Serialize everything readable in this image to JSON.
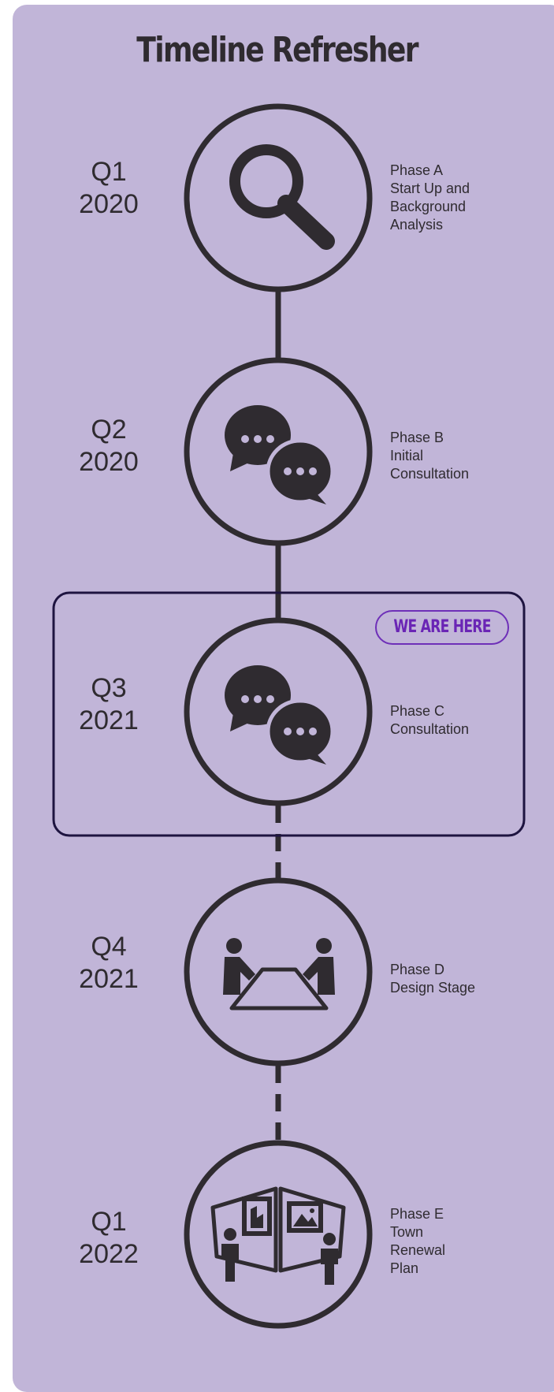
{
  "title": "Timeline Refresher",
  "badge": "WE ARE HERE",
  "colors": {
    "background": "#c1b5d8",
    "ink": "#2f2b30",
    "highlight_border": "#1e1440",
    "badge": "#6a25b5"
  },
  "milestones": [
    {
      "quarter": "Q1",
      "year": "2020",
      "phase": "Phase A",
      "description": [
        "Start Up and",
        "Background",
        "Analysis"
      ],
      "icon": "magnifying-glass-icon",
      "current": false
    },
    {
      "quarter": "Q2",
      "year": "2020",
      "phase": "Phase B",
      "description": [
        "Initial",
        "Consultation"
      ],
      "icon": "speech-bubbles-icon",
      "current": false
    },
    {
      "quarter": "Q3",
      "year": "2021",
      "phase": "Phase C",
      "description": [
        "Consultation"
      ],
      "icon": "speech-bubbles-icon",
      "current": true
    },
    {
      "quarter": "Q4",
      "year": "2021",
      "phase": "Phase D",
      "description": [
        "Design Stage"
      ],
      "icon": "meeting-table-icon",
      "current": false
    },
    {
      "quarter": "Q1",
      "year": "2022",
      "phase": "Phase E",
      "description": [
        "Town",
        "Renewal",
        "Plan"
      ],
      "icon": "exhibition-boards-icon",
      "current": false
    }
  ]
}
